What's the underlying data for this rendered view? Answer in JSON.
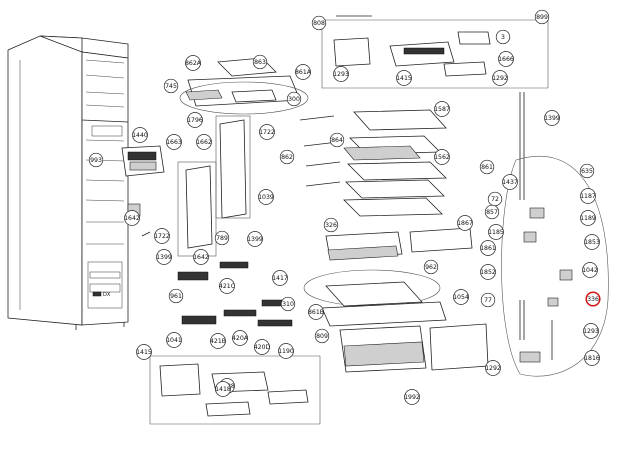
{
  "labels": [
    "808",
    "899",
    "3",
    "1293",
    "1415",
    "1666",
    "1292",
    "862A",
    "863",
    "861A",
    "745",
    "300",
    "1399",
    "1796",
    "1722",
    "1440",
    "1663",
    "1662",
    "993",
    "1587",
    "864",
    "862",
    "861",
    "1562",
    "1642",
    "789",
    "1722",
    "1399",
    "1642",
    "1399",
    "1039",
    "326",
    "1867",
    "72",
    "1437",
    "635",
    "857",
    "1187",
    "1189",
    "1185",
    "1853",
    "1861",
    "962",
    "961",
    "421C",
    "1417",
    "1852",
    "1042",
    "1041",
    "421B",
    "310",
    "861B",
    "1054",
    "77",
    "336",
    "809",
    "420A",
    "420D",
    "1190",
    "1293",
    "1415",
    "1188",
    "1418",
    "1816",
    "1292",
    "1992"
  ],
  "highlight_label": "336"
}
